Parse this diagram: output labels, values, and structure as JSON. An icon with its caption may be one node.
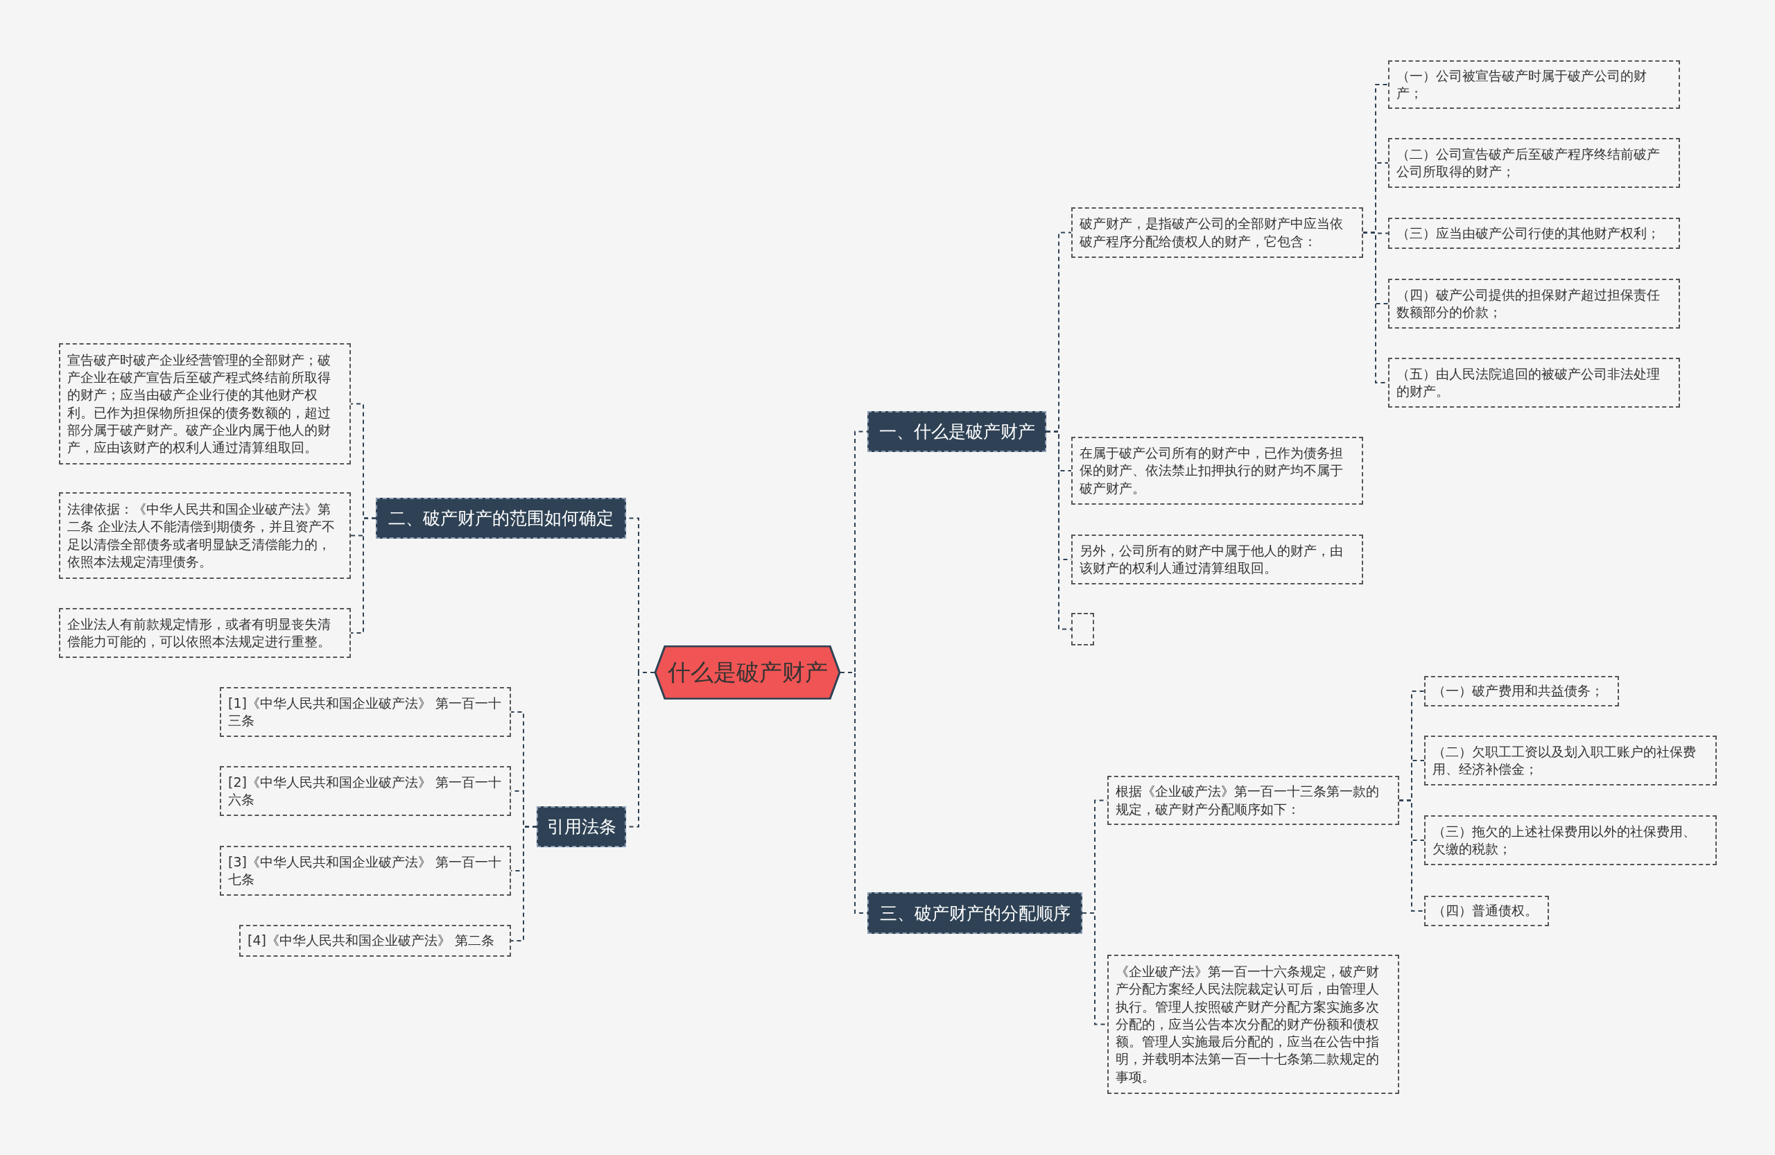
{
  "diagram": {
    "nodes": [
      {
        "text": [
          "什么是破产财产"
        ]
      },
      {
        "text": [
          "一、什么是破产财产"
        ]
      },
      {
        "text": [
          "破产财产，是指破产公司的全部财产中应当依破产程序分配给债权人的财产，它包含："
        ]
      },
      {
        "text": [
          "（一）公司被宣告破产时属于破产公司的财产；"
        ]
      },
      {
        "text": [
          "（二）公司宣告破产后至破产程序终结前破产公司所取得的财产；"
        ]
      },
      {
        "text": [
          "（三）应当由破产公司行使的其他财产权利；"
        ]
      },
      {
        "text": [
          "（四）破产公司提供的担保财产超过担保责任数额部分的价款；"
        ]
      },
      {
        "text": [
          "（五）由人民法院追回的被破产公司非法处理的财产。"
        ]
      },
      {
        "text": [
          "在属于破产公司所有的财产中，已作为债务担保的财产、依法禁止扣押执行的财产均不属于破产财产。"
        ]
      },
      {
        "text": [
          "另外，公司所有的财产中属于他人的财产，由该财产的权利人通过清算组取回。"
        ]
      },
      {
        "text": [],
        "shape": "box"
      },
      {
        "text": [
          "三、破产财产的分配顺序"
        ]
      },
      {
        "text": [
          "根据《企业破产法》第一百一十三条第一款的规定，破产财产分配顺序如下："
        ]
      },
      {
        "text": [
          "（一）破产费用和共益债务；"
        ]
      },
      {
        "text": [
          "（二）欠职工工资以及划入职工账户的社保费用、经济补偿金；"
        ]
      },
      {
        "text": [
          "（三）拖欠的上述社保费用以外的社保费用、欠缴的税款；"
        ]
      },
      {
        "text": [
          "（四）普通债权。"
        ]
      },
      {
        "text": [
          "《企业破产法》第一百一十六条规定，破产财产分配方案经人民法院裁定认可后，由管理人执行。管理人按照破产财产分配方案实施多次分配的，应当公告本次分配的财产份额和债权额。管理人实施最后分配的，应当在公告中指明，并载明本法第一百一十七条第二款规定的事项。"
        ]
      },
      {
        "text": [
          "二、破产财产的范围如何确定"
        ]
      },
      {
        "text": [
          "宣告破产时破产企业经营管理的全部财产；破产企业在破产宣告后至破产程式终结前所取得的财产；应当由破产企业行使的其他财产权利。已作为担保物所担保的债务数额的，超过部分属于破产财产。破产企业内属于他人的财产，应由该财产的权利人通过清算组取回。"
        ]
      },
      {
        "text": [
          "法律依据：《中华人民共和国企业破产法》第二条 企业法人不能清偿到期债务，并且资产不足以清偿全部债务或者明显缺乏清偿能力的，依照本法规定清理债务。"
        ]
      },
      {
        "text": [
          "企业法人有前款规定情形，或者有明显丧失清偿能力可能的，可以依照本法规定进行重整。"
        ]
      },
      {
        "text": [
          "引用法条"
        ]
      },
      {
        "text": [
          "[1]《中华人民共和国企业破产法》 第一百一十三条"
        ]
      },
      {
        "text": [
          "[2]《中华人民共和国企业破产法》 第一百一十六条"
        ]
      },
      {
        "text": [
          "[3]《中华人民共和国企业破产法》 第一百一十七条"
        ]
      },
      {
        "text": [
          "[4]《中华人民共和国企业破产法》 第二条"
        ]
      }
    ],
    "edges": [
      {
        "from": 0,
        "to": 1,
        "arrow": "none"
      },
      {
        "from": 1,
        "to": 2,
        "arrow": "none"
      },
      {
        "from": 2,
        "to": 3,
        "arrow": "none"
      },
      {
        "from": 2,
        "to": 4,
        "arrow": "none"
      },
      {
        "from": 2,
        "to": 5,
        "arrow": "none"
      },
      {
        "from": 2,
        "to": 6,
        "arrow": "none"
      },
      {
        "from": 2,
        "to": 7,
        "arrow": "none"
      },
      {
        "from": 1,
        "to": 8,
        "arrow": "none"
      },
      {
        "from": 1,
        "to": 9,
        "arrow": "none"
      },
      {
        "from": 1,
        "to": 10,
        "arrow": "none"
      },
      {
        "from": 0,
        "to": 11,
        "arrow": "none"
      },
      {
        "from": 11,
        "to": 12,
        "arrow": "none"
      },
      {
        "from": 12,
        "to": 13,
        "arrow": "none"
      },
      {
        "from": 12,
        "to": 14,
        "arrow": "none"
      },
      {
        "from": 12,
        "to": 15,
        "arrow": "none"
      },
      {
        "from": 12,
        "to": 16,
        "arrow": "none"
      },
      {
        "from": 11,
        "to": 17,
        "arrow": "none"
      },
      {
        "from": 0,
        "to": 18,
        "arrow": "none"
      },
      {
        "from": 18,
        "to": 19,
        "arrow": "none"
      },
      {
        "from": 18,
        "to": 20,
        "arrow": "none"
      },
      {
        "from": 18,
        "to": 21,
        "arrow": "none"
      },
      {
        "from": 0,
        "to": 22,
        "arrow": "none"
      },
      {
        "from": 22,
        "to": 23,
        "arrow": "none"
      },
      {
        "from": 22,
        "to": 24,
        "arrow": "none"
      },
      {
        "from": 22,
        "to": 25,
        "arrow": "none"
      },
      {
        "from": 22,
        "to": 26,
        "arrow": "none"
      }
    ]
  }
}
